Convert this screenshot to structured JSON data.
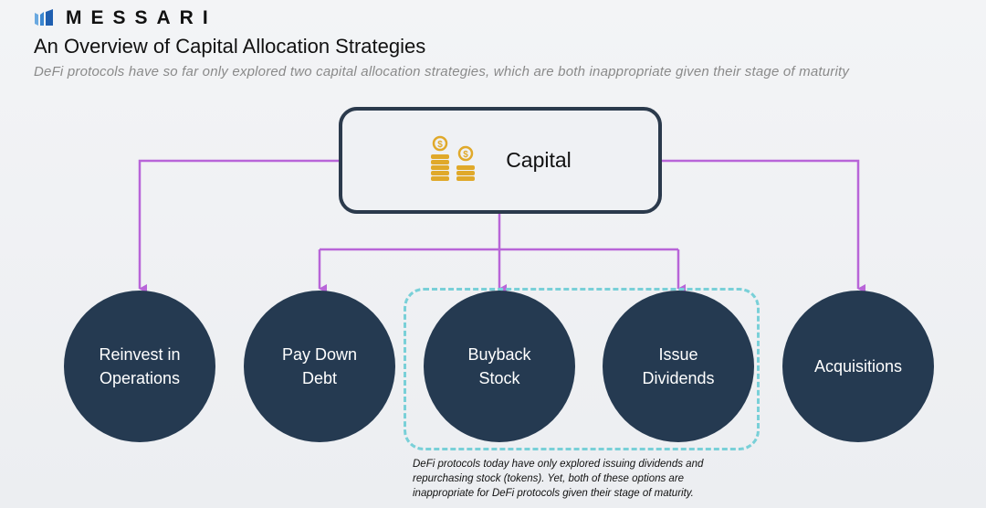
{
  "brand": {
    "name": "MESSARI"
  },
  "header": {
    "title": "An Overview of Capital Allocation Strategies",
    "subtitle": "DeFi protocols have so far only explored two capital allocation strategies, which are both inappropriate given their stage of maturity"
  },
  "diagram": {
    "root": {
      "label": "Capital",
      "icon": "coins-icon"
    },
    "nodes": [
      {
        "label_line1": "Reinvest in",
        "label_line2": "Operations"
      },
      {
        "label_line1": "Pay Down",
        "label_line2": "Debt"
      },
      {
        "label_line1": "Buyback",
        "label_line2": "Stock"
      },
      {
        "label_line1": "Issue",
        "label_line2": "Dividends"
      },
      {
        "label_line1": "Acquisitions",
        "label_line2": ""
      }
    ],
    "note": {
      "line1": "DeFi protocols today have only explored issuing dividends and",
      "line2": "repurchasing stock (tokens). Yet, both of these options are",
      "line3": "inappropriate for DeFi protocols given their stage of maturity."
    },
    "colors": {
      "node": "#253a51",
      "connector": "#b865d8",
      "highlight": "#79d0d8",
      "coin": "#e0a92a"
    }
  }
}
